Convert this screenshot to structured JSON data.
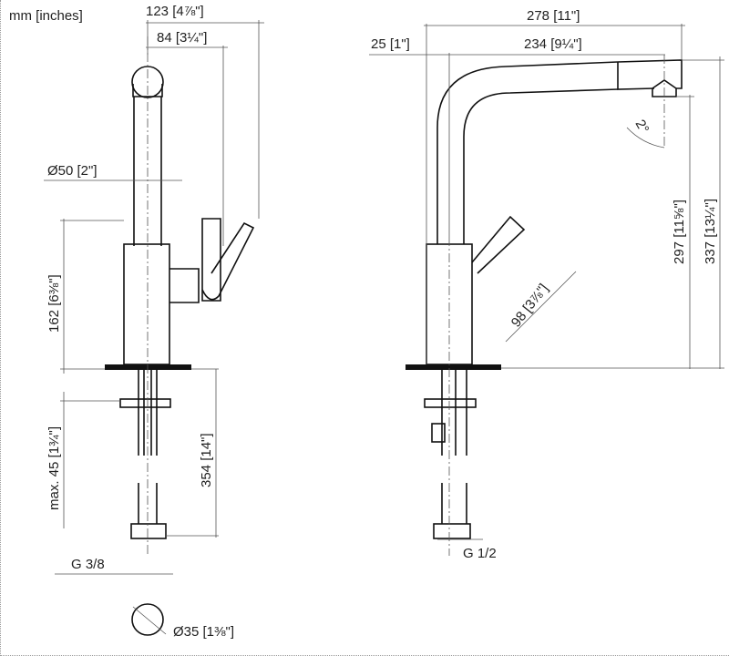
{
  "units_label": "mm [inches]",
  "side_view": {
    "overall_width": "123 [4⅞\"]",
    "spout_width": "84 [3¼\"]",
    "spout_diameter": "Ø50 [2\"]",
    "body_height": "162 [6⅜\"]",
    "max_deck_thickness": "max. 45 [1¾\"]",
    "shank_length": "354 [14\"]",
    "connection_thread": "G 3/8",
    "hole_diameter": "Ø35 [1⅜\"]"
  },
  "front_view": {
    "overall_reach": "278 [11\"]",
    "offset": "25 [1\"]",
    "spout_reach": "234 [9¼\"]",
    "spray_angle": "2°",
    "outlet_height": "297 [11⅝\"]",
    "total_height": "337 [13¼\"]",
    "lever_length": "98 [3⅞\"]",
    "connection_thread": "G 1/2"
  }
}
